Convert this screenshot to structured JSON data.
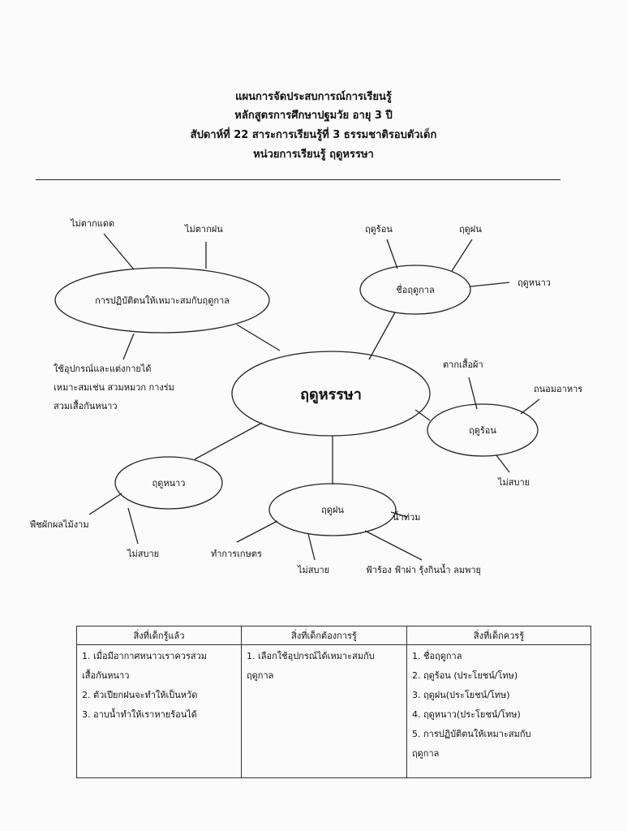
{
  "header": {
    "line1": "แผนการจัดประสบการณ์การเรียนรู้",
    "line2": "หลักสูตรการศึกษาปฐมวัย  อายุ  3 ปี",
    "line3": "สัปดาห์ที่ 22   สาระการเรียนรู้ที่  3   ธรรมชาติรอบตัวเด็ก",
    "line4": "หน่วยการเรียนรู้  ฤดูหรรษา"
  },
  "mindmap": {
    "center": "ฤดูหรรษา",
    "practice": {
      "label": "การปฏิบัติตนให้เหมาะสมกับฤดูกาล",
      "leaves": [
        "ไม่ตากแดด",
        "ไม่ตากฝน"
      ],
      "note": [
        "ใช้อุปกรณ์และแต่งกายได้",
        "เหมาะสมเช่น สวมหมวก กางร่ม",
        "สวมเสื้อกันหนาว"
      ]
    },
    "names": {
      "label": "ชื่อฤดูกาล",
      "leaves": [
        "ฤดูร้อน",
        "ฤดูฝน",
        "ฤดูหนาว"
      ]
    },
    "summer": {
      "label": "ฤดูร้อน",
      "leaves": [
        "ตากเสื้อผ้า",
        "ถนอมอาหาร",
        "ไม่สบาย"
      ]
    },
    "rainy": {
      "label": "ฤดูฝน",
      "leaves": [
        "น้ำท่วม",
        "ทำการเกษตร",
        "ไม่สบาย",
        "ฟ้าร้อง ฟ้าผ่า รุ้งกินน้ำ ลมพายุ"
      ]
    },
    "winter": {
      "label": "ฤดูหนาว",
      "leaves": [
        "พืชผักผลไม้งาม",
        "ไม่สบาย"
      ]
    }
  },
  "table": {
    "headers": [
      "สิ่งที่เด็กรู้แล้ว",
      "สิ่งที่เด็กต้องการรู้",
      "สิ่งที่เด็กควรรู้"
    ],
    "col1": [
      "1.  เมื่อมีอากาศหนาวเราควรสวม",
      "เสื้อกันหนาว",
      "2.  ตัวเปียกฝนจะทำให้เป็นหวัด",
      "3. อาบน้ำทำให้เราหายร้อนได้"
    ],
    "col2": [
      "1. เลือกใช้อุปกรณ์ได้เหมาะสมกับ",
      "ฤดูกาล"
    ],
    "col3": [
      "1.  ชื่อฤดูกาล",
      "2.  ฤดูร้อน (ประโยชน์/โทษ)",
      "3.  ฤดูฝน(ประโยชน์/โทษ)",
      "4.  ฤดูหนาว(ประโยชน์/โทษ)",
      "5.  การปฏิบัติตนให้เหมาะสมกับ",
      "ฤดูกาล"
    ]
  }
}
